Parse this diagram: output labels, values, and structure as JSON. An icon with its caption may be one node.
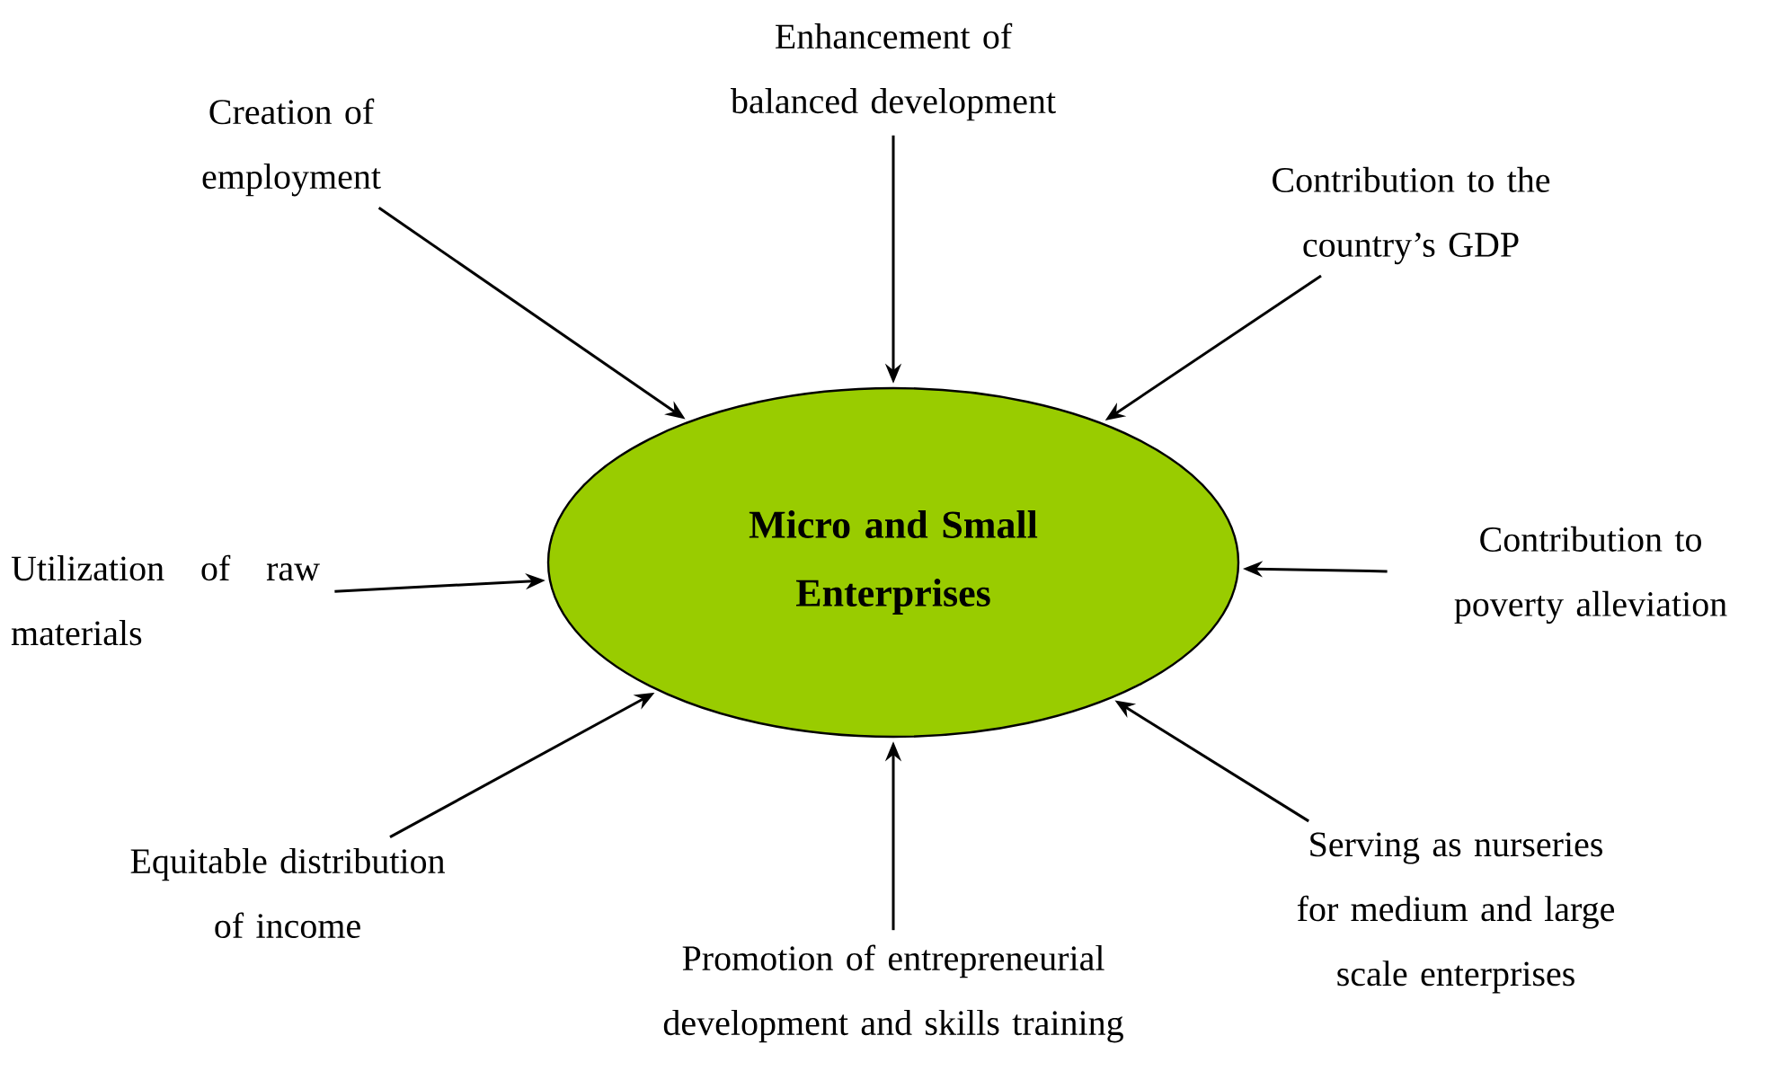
{
  "diagram": {
    "nodes": [
      {
        "text": [
          "Micro and Small Enterprises"
        ]
      },
      {
        "text": [
          "Creation of employment"
        ]
      },
      {
        "text": [
          "Enhancement of balanced development"
        ]
      },
      {
        "text": [
          "Contribution to the country’s GDP"
        ]
      },
      {
        "text": [
          "Utilization of raw materials"
        ]
      },
      {
        "text": [
          "Contribution to poverty alleviation"
        ]
      },
      {
        "text": [
          "Equitable distribution of income"
        ]
      },
      {
        "text": [
          "Serving as nurseries for medium and large scale enterprises"
        ]
      },
      {
        "text": [
          "Promotion of entrepreneurial development and skills training"
        ]
      }
    ],
    "edges": [
      {
        "from": 1,
        "to": 0,
        "arrow": "to"
      },
      {
        "from": 2,
        "to": 0,
        "arrow": "to"
      },
      {
        "from": 3,
        "to": 0,
        "arrow": "to"
      },
      {
        "from": 4,
        "to": 0,
        "arrow": "to"
      },
      {
        "from": 5,
        "to": 0,
        "arrow": "to"
      },
      {
        "from": 6,
        "to": 0,
        "arrow": "to"
      },
      {
        "from": 7,
        "to": 0,
        "arrow": "to"
      },
      {
        "from": 8,
        "to": 0,
        "arrow": "to"
      }
    ]
  }
}
